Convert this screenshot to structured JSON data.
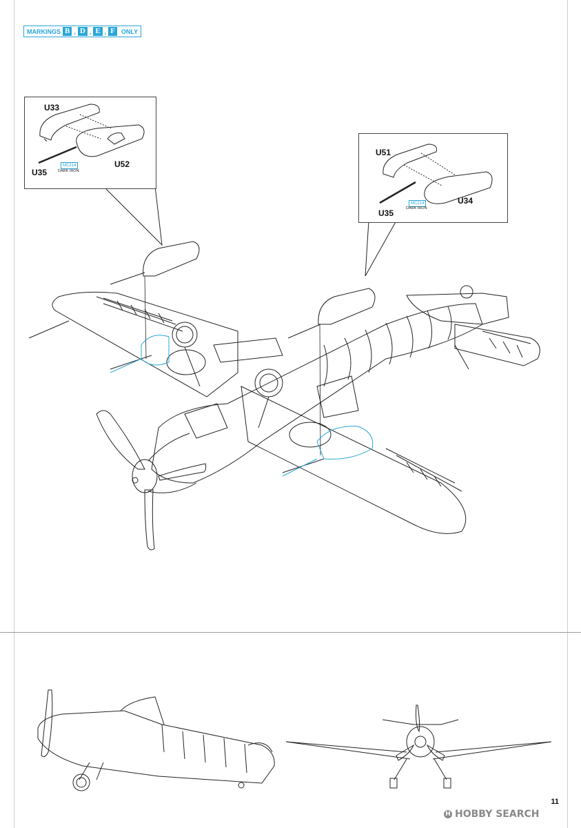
{
  "markings": {
    "prefix": "MARKINGS",
    "letters": [
      "B",
      "D",
      "E",
      "F"
    ],
    "suffix": "ONLY"
  },
  "detail_left": {
    "parts": {
      "upper": "U33",
      "rod": "U35",
      "pod": "U52"
    },
    "paint": {
      "code": "MC214",
      "name": "DARK IRON"
    }
  },
  "detail_right": {
    "parts": {
      "upper": "U51",
      "rod": "U35",
      "pod": "U34"
    },
    "paint": {
      "code": "MC214",
      "name": "DARK IRON"
    }
  },
  "page_number": "11",
  "watermark": "HOBBY SEARCH",
  "colors": {
    "accent": "#2aa6d8",
    "line": "#222222"
  }
}
